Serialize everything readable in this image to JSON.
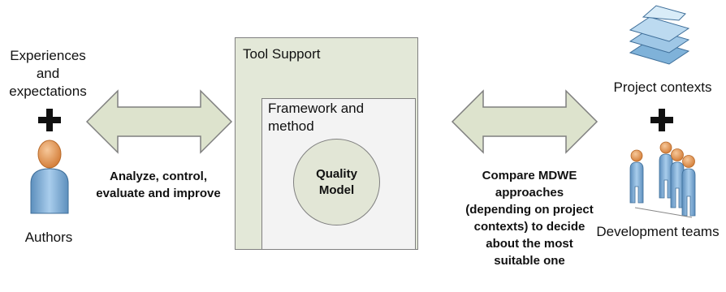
{
  "left": {
    "experiences": "Experiences and expectations",
    "authors": "Authors",
    "arrow_action": "Analyze, control, evaluate and improve"
  },
  "center": {
    "tool_support": "Tool Support",
    "framework": "Framework and method",
    "quality_model": "Quality Model"
  },
  "right": {
    "project_contexts": "Project contexts",
    "development_teams": "Development teams",
    "arrow_action": "Compare MDWE approaches (depending on project contexts) to decide about the most suitable one"
  },
  "plus_sign": "+",
  "colors": {
    "arrow_fill": "#dde3cd",
    "tool_box_fill": "#e3e8d8",
    "framework_fill": "#f3f3f3",
    "circle_fill": "#e2e6d6",
    "person_blue": "#8ab8dd",
    "head_orange": "#e8a060",
    "docs_blue": "#9fc7e6"
  },
  "icons": [
    "plus-icon",
    "author-person-icon",
    "documents-stack-icon",
    "team-people-icon"
  ]
}
